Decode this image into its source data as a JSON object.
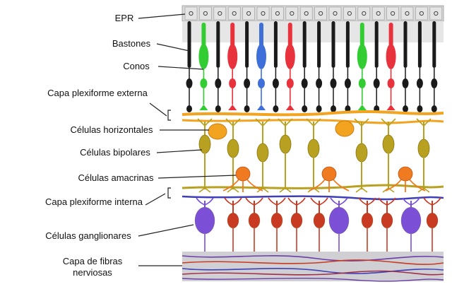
{
  "labels": {
    "epr": "EPR",
    "bastones": "Bastones",
    "conos": "Conos",
    "capa_plex_ext": "Capa plexiforme externa",
    "cel_horizontales": "Células horizontales",
    "cel_bipolares": "Células bipolares",
    "cel_amacrinas": "Células amacrinas",
    "capa_plex_int": "Capa plexiforme interna",
    "cel_ganglionares": "Células ganglionares",
    "capa_fibras": "Capa de fibras nerviosas"
  },
  "colors": {
    "rod": "#1a1a1a",
    "cone_green": "#33cc33",
    "cone_red": "#e8323c",
    "cone_blue": "#3f6fd8",
    "horizontal": "#f2a31f",
    "bipolar": "#b8a020",
    "amacrine": "#f07a1f",
    "ganglion_purple": "#7b4fd6",
    "ganglion_red": "#c83a22",
    "epr": "#d9d9d9",
    "fiber_layer": "#cfcfd4"
  },
  "photoreceptors": [
    "rod",
    "cone_green",
    "rod",
    "cone_red",
    "rod",
    "cone_blue",
    "rod",
    "cone_red",
    "rod",
    "rod",
    "rod",
    "rod",
    "cone_green",
    "rod",
    "cone_red",
    "rod",
    "rod",
    "rod"
  ]
}
